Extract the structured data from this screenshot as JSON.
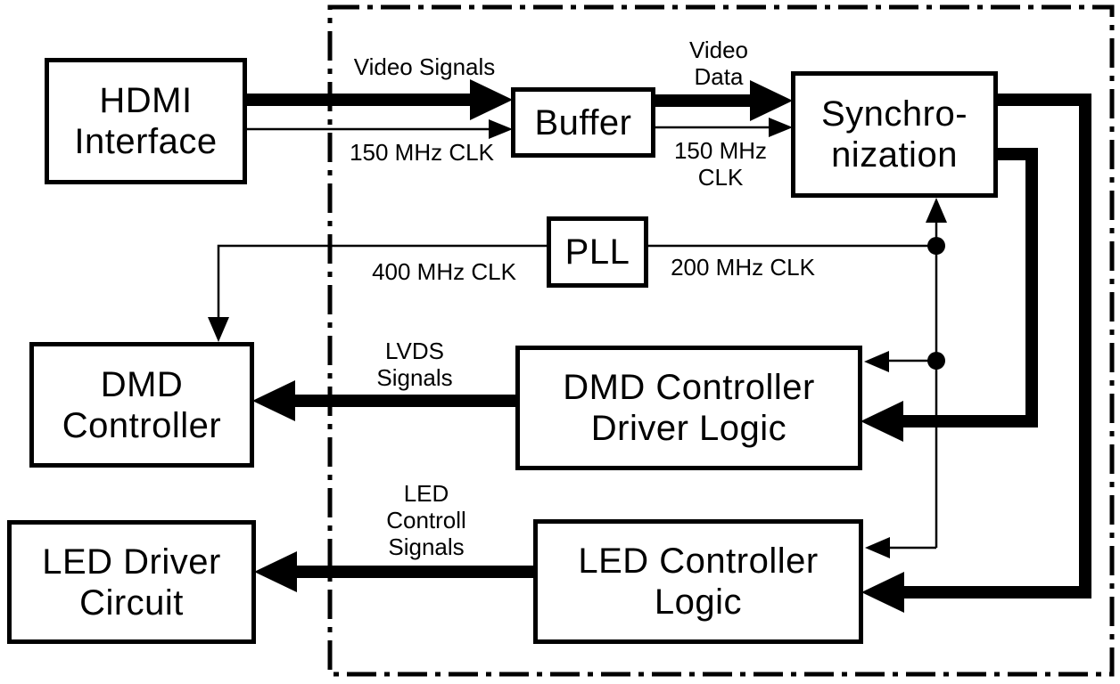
{
  "diagram": {
    "type": "block-diagram",
    "colors": {
      "line": "#000000",
      "background": "#ffffff"
    },
    "boundary_style": "dash-dot-rectangle"
  },
  "nodes": {
    "hdmi_interface": {
      "label": "HDMI\nInterface"
    },
    "buffer": {
      "label": "Buffer"
    },
    "synchronization": {
      "label": "Synchro-\nnization"
    },
    "pll": {
      "label": "PLL"
    },
    "dmd_controller": {
      "label": "DMD\nController"
    },
    "dmd_controller_driver_logic": {
      "label": "DMD Controller\nDriver Logic"
    },
    "led_driver_circuit": {
      "label": "LED Driver\nCircuit"
    },
    "led_controller_logic": {
      "label": "LED Controller\nLogic"
    }
  },
  "edge_labels": {
    "video_signals": "Video Signals",
    "clk_150_left": "150 MHz CLK",
    "video_data": "Video\nData",
    "clk_150_right": "150 MHz\nCLK",
    "clk_400": "400 MHz CLK",
    "clk_200": "200 MHz CLK",
    "lvds": "LVDS\nSignals",
    "led_control": "LED\nControll\nSignals"
  },
  "edges": [
    {
      "from": "HDMI Interface",
      "to": "Buffer",
      "label": "Video Signals",
      "style": "thick"
    },
    {
      "from": "HDMI Interface",
      "to": "Buffer",
      "label": "150 MHz CLK",
      "style": "thin"
    },
    {
      "from": "Buffer",
      "to": "Synchronization",
      "label": "Video Data",
      "style": "thick"
    },
    {
      "from": "Buffer",
      "to": "Synchronization",
      "label": "150 MHz CLK",
      "style": "thin"
    },
    {
      "from": "PLL",
      "to": "DMD Controller",
      "label": "400 MHz CLK",
      "style": "thin"
    },
    {
      "from": "PLL",
      "to": "Synchronization",
      "label": "200 MHz CLK",
      "style": "thin"
    },
    {
      "from": "PLL",
      "to": "DMD Controller Driver Logic",
      "label": "200 MHz CLK",
      "style": "thin"
    },
    {
      "from": "PLL",
      "to": "LED Controller Logic",
      "label": "200 MHz CLK",
      "style": "thin"
    },
    {
      "from": "Synchronization",
      "to": "LED Controller Logic",
      "label": "",
      "style": "thick"
    },
    {
      "from": "Synchronization",
      "to": "DMD Controller Driver Logic",
      "label": "",
      "style": "thick"
    },
    {
      "from": "DMD Controller Driver Logic",
      "to": "DMD Controller",
      "label": "LVDS Signals",
      "style": "thick"
    },
    {
      "from": "LED Controller Logic",
      "to": "LED Driver Circuit",
      "label": "LED Controll Signals",
      "style": "thick"
    }
  ]
}
